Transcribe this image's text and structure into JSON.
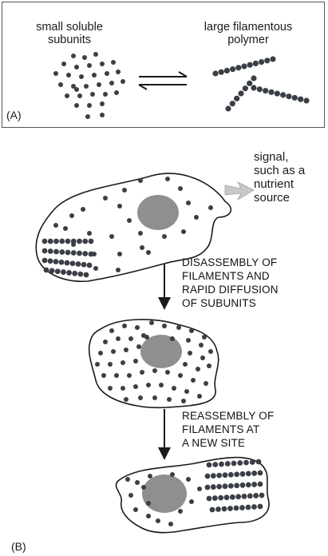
{
  "panel_a": {
    "left_label": "small soluble\nsubunits",
    "right_label": "large filamentous\npolymer",
    "caption": "(A)"
  },
  "panel_b": {
    "signal_label": "signal,\nsuch as a\nnutrient\nsource",
    "step1_label": "DISASSEMBLY OF\nFILAMENTS AND\nRAPID DIFFUSION\nOF SUBUNITS",
    "step2_label": "REASSEMBLY OF\nFILAMENTS AT\nA NEW SITE",
    "caption": "(B)"
  },
  "colors": {
    "subunit": "#3a3f46",
    "nucleus": "#8f8f8f",
    "signal_arrow": "#c8c8c8",
    "outline": "#1a1a1a"
  }
}
